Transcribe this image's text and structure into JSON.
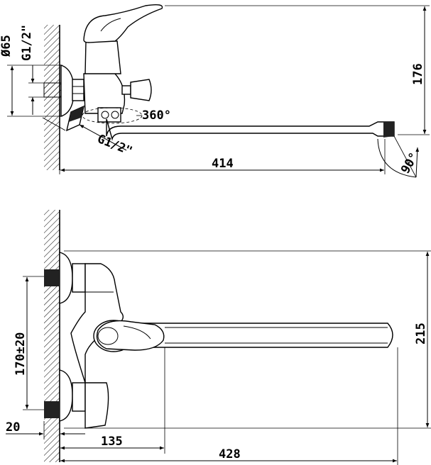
{
  "top_view": {
    "diameter_label": "Ø65",
    "thread_label_vertical": "G1/2\"",
    "rotation_label": "360°",
    "thread_label_angled": "G1/2\"",
    "height_label": "176",
    "width_label": "414",
    "angle_label": "90°"
  },
  "bottom_view": {
    "spacing_label": "170±20",
    "depth_label": "215",
    "offset_label": "20",
    "center_label": "135",
    "length_label": "428"
  }
}
